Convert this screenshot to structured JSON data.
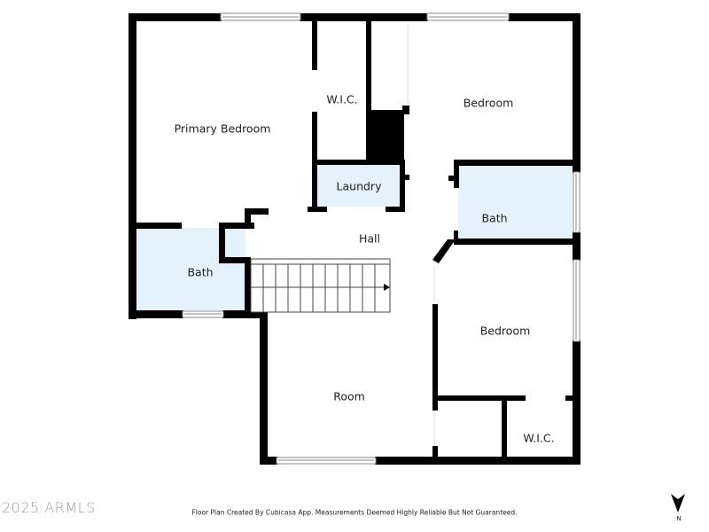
{
  "colors": {
    "wall": "#000000",
    "wet_room_fill": "#e3f2fc",
    "dry_room_fill": "#ffffff",
    "window_frame": "#9a9a9a",
    "label_text": "#222222",
    "copyright_text": "#9a9a9a"
  },
  "rooms": [
    {
      "id": "primary-bedroom",
      "label": "Primary Bedroom",
      "type": "bedroom"
    },
    {
      "id": "wic-primary",
      "label": "W.I.C.",
      "type": "closet"
    },
    {
      "id": "bedroom-ne",
      "label": "Bedroom",
      "type": "bedroom"
    },
    {
      "id": "laundry",
      "label": "Laundry",
      "type": "wet"
    },
    {
      "id": "bath-east",
      "label": "Bath",
      "type": "wet"
    },
    {
      "id": "hall",
      "label": "Hall",
      "type": "circulation"
    },
    {
      "id": "bath-west",
      "label": "Bath",
      "type": "wet"
    },
    {
      "id": "bedroom-se",
      "label": "Bedroom",
      "type": "bedroom"
    },
    {
      "id": "room",
      "label": "Room",
      "type": "room"
    },
    {
      "id": "wic-se",
      "label": "W.I.C.",
      "type": "closet"
    }
  ],
  "stairs": {
    "direction": "east",
    "tread_count": 13,
    "arrow_icon": "arrow-right-icon"
  },
  "footer": {
    "copyright": "2025 ARMLS",
    "disclaimer": "Floor Plan Created By Cubicasa App. Measurements Deemed Highly Reliable But Not Guaranteed.",
    "north_label": "N",
    "north_icon": "north-arrow-icon"
  }
}
